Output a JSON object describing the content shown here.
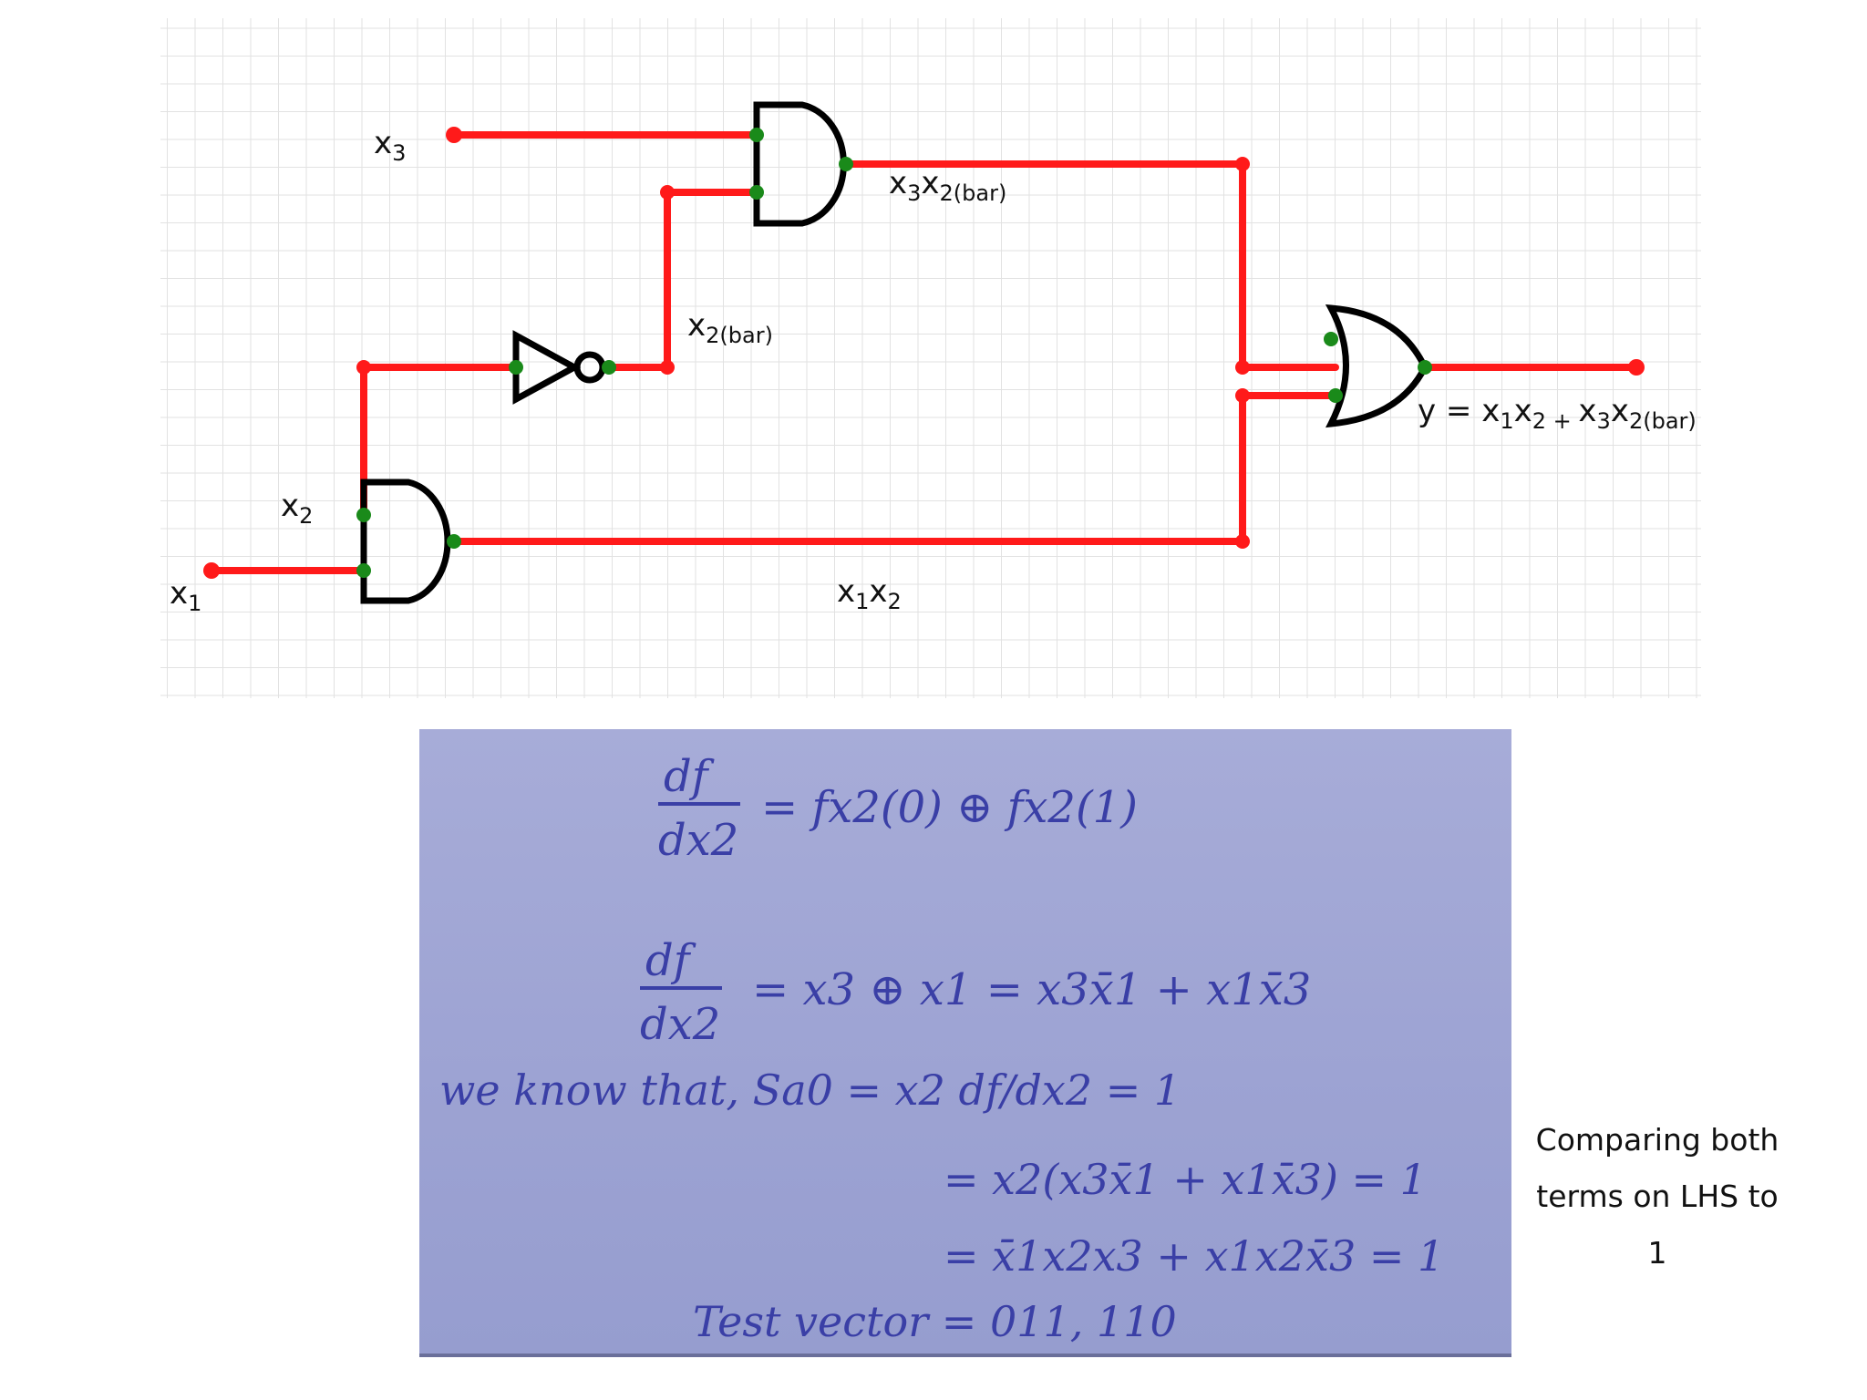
{
  "circuit": {
    "inputs": {
      "x1": "x",
      "x2": "x",
      "x3": "x"
    },
    "input_subs": {
      "x1": "1",
      "x2": "2",
      "x3": "3"
    },
    "labels": {
      "not_out": {
        "base": "x",
        "sub": "2(bar)"
      },
      "and_top_out": {
        "a": "x",
        "a_sub": "3",
        "b": "x",
        "b_sub": "2(bar)"
      },
      "and_bottom_out": {
        "a": "x",
        "a_sub": "1",
        "b": "x",
        "b_sub": "2"
      },
      "output": {
        "prefix": "y = x",
        "s1": "1",
        "x2": "x",
        "s2": "2",
        "plus": " + ",
        "x3": "x",
        "s3": "3",
        "x4": "x",
        "s4": "2(bar)"
      }
    },
    "colors": {
      "wire": "#ff1a1a",
      "pin": "#1a8a1a",
      "gate": "#000000",
      "grid": "#e2e2e2"
    }
  },
  "handwritten": {
    "line1": {
      "lhs_num": "df",
      "lhs_den": "dx2",
      "rhs": "= fx2(0) ⊕ fx2(1)"
    },
    "line2": {
      "lhs_num": "df",
      "lhs_den": "dx2",
      "rhs": "= x3 ⊕ x1 = x3x̄1 + x1x̄3"
    },
    "line3": "we know that, Sa0 = x2 df/dx2 = 1",
    "line4": "= x2(x3x̄1 + x1x̄3) = 1",
    "line5": "= x̄1x2x3 + x1x2x̄3 = 1",
    "line6": "Test vector = 011, 110"
  },
  "note": {
    "line1": "Comparing both",
    "line2": "terms on LHS to",
    "line3": "1"
  }
}
